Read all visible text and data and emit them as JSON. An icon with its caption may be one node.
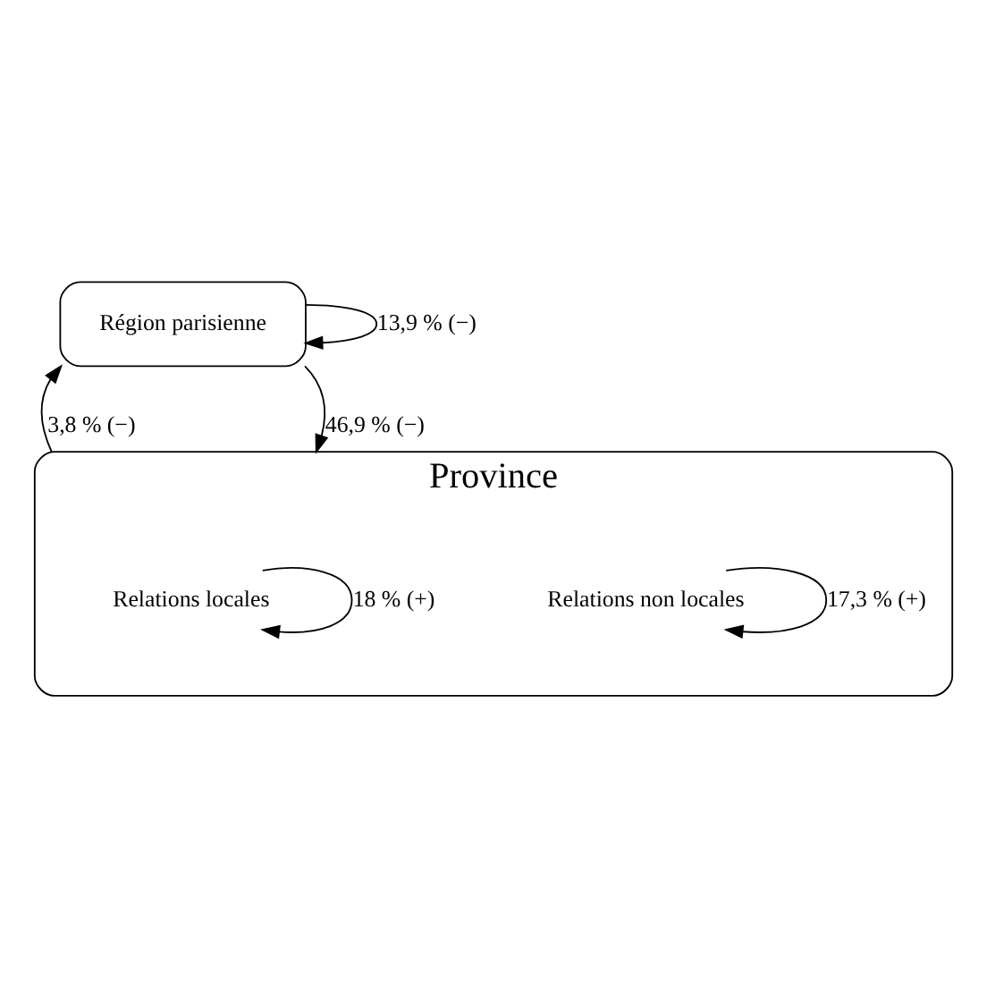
{
  "diagram": {
    "nodes": [
      {
        "text": [
          "Région parisienne"
        ]
      },
      {
        "text": [
          "Province"
        ]
      },
      {
        "text": [
          "Relations locales"
        ],
        "in": 1
      },
      {
        "text": [
          "Relations non locales"
        ],
        "in": 1
      }
    ],
    "edges": [
      {
        "from": 0,
        "to": 0,
        "arrow": "to",
        "label": "13,9 % (−)"
      },
      {
        "from": 1,
        "to": 0,
        "arrow": "to",
        "label": "3,8 % (−)"
      },
      {
        "from": 0,
        "to": 1,
        "arrow": "to",
        "label": "46,9 % (−)"
      },
      {
        "from": 2,
        "to": 2,
        "arrow": "to",
        "label": "18 % (+)"
      },
      {
        "from": 3,
        "to": 3,
        "arrow": "to",
        "label": "17,3 % (+)"
      }
    ]
  }
}
